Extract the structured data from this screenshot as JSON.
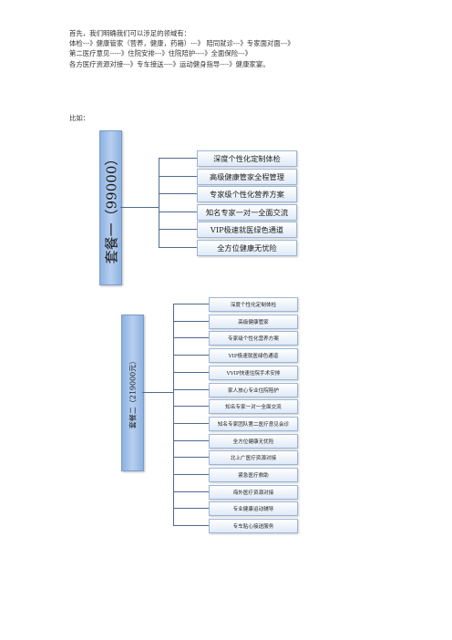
{
  "intro": {
    "line1": "首先，我们明确我们可以涉足的领域有：",
    "line2": "体检---》健康管家（营养，健康，药箱）---》  陪同就诊---》专家面对面---》",
    "line3": "第二医疗意见-----》住院安排---》住院陪护----》全面保险---》",
    "line4": "各方医疗资源对接---》专车接送----》运动健身指导----》健康家宴。"
  },
  "example_label": "比如：",
  "package1": {
    "title": "套餐一（99000）",
    "items": [
      "深度个性化定制体检",
      "高级健康管家全程管理",
      "专家级个性化营养方案",
      "知名专家一对一全面交流",
      "VIP极速就医绿色通道",
      "全方位健康无忧险"
    ]
  },
  "package2": {
    "title": "套餐二（219000元）",
    "items": [
      "深度个性化定制体检",
      "高级健康管家",
      "专家级个性化营养方案",
      "VIP极速就医绿色通道",
      "VVIP快速住院手术安排",
      "家人放心专业住院陪护",
      "知名专家一对一全面交流",
      "知名专家团队第二医疗意见会诊",
      "全方位健康无忧险",
      "北上广医疗资源对接",
      "紧急医疗救助",
      "海外医疗资源对接",
      "专业健康运动辅导",
      "专车贴心接送服务"
    ]
  }
}
